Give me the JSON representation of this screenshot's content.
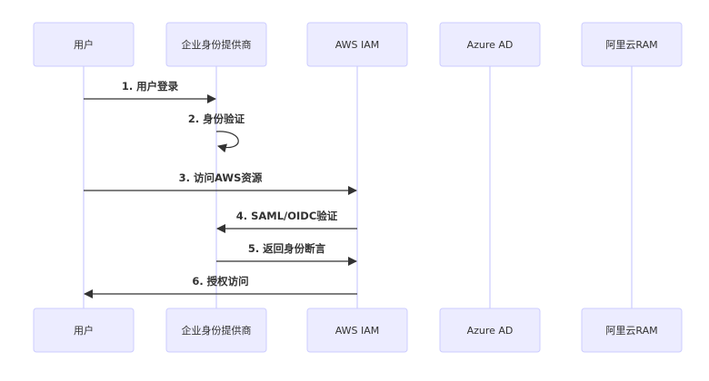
{
  "participants": [
    {
      "id": "user",
      "label": "用户"
    },
    {
      "id": "idp",
      "label": "企业身份提供商"
    },
    {
      "id": "aws",
      "label": "AWS IAM"
    },
    {
      "id": "azure",
      "label": "Azure AD"
    },
    {
      "id": "aliyun",
      "label": "阿里云RAM"
    }
  ],
  "messages": [
    {
      "from": "user",
      "to": "idp",
      "label": "1. 用户登录"
    },
    {
      "from": "idp",
      "to": "idp",
      "label": "2. 身份验证"
    },
    {
      "from": "user",
      "to": "aws",
      "label": "3. 访问AWS资源"
    },
    {
      "from": "aws",
      "to": "idp",
      "label": "4. SAML/OIDC验证"
    },
    {
      "from": "idp",
      "to": "aws",
      "label": "5. 返回身份断言"
    },
    {
      "from": "aws",
      "to": "user",
      "label": "6. 授权访问"
    }
  ]
}
